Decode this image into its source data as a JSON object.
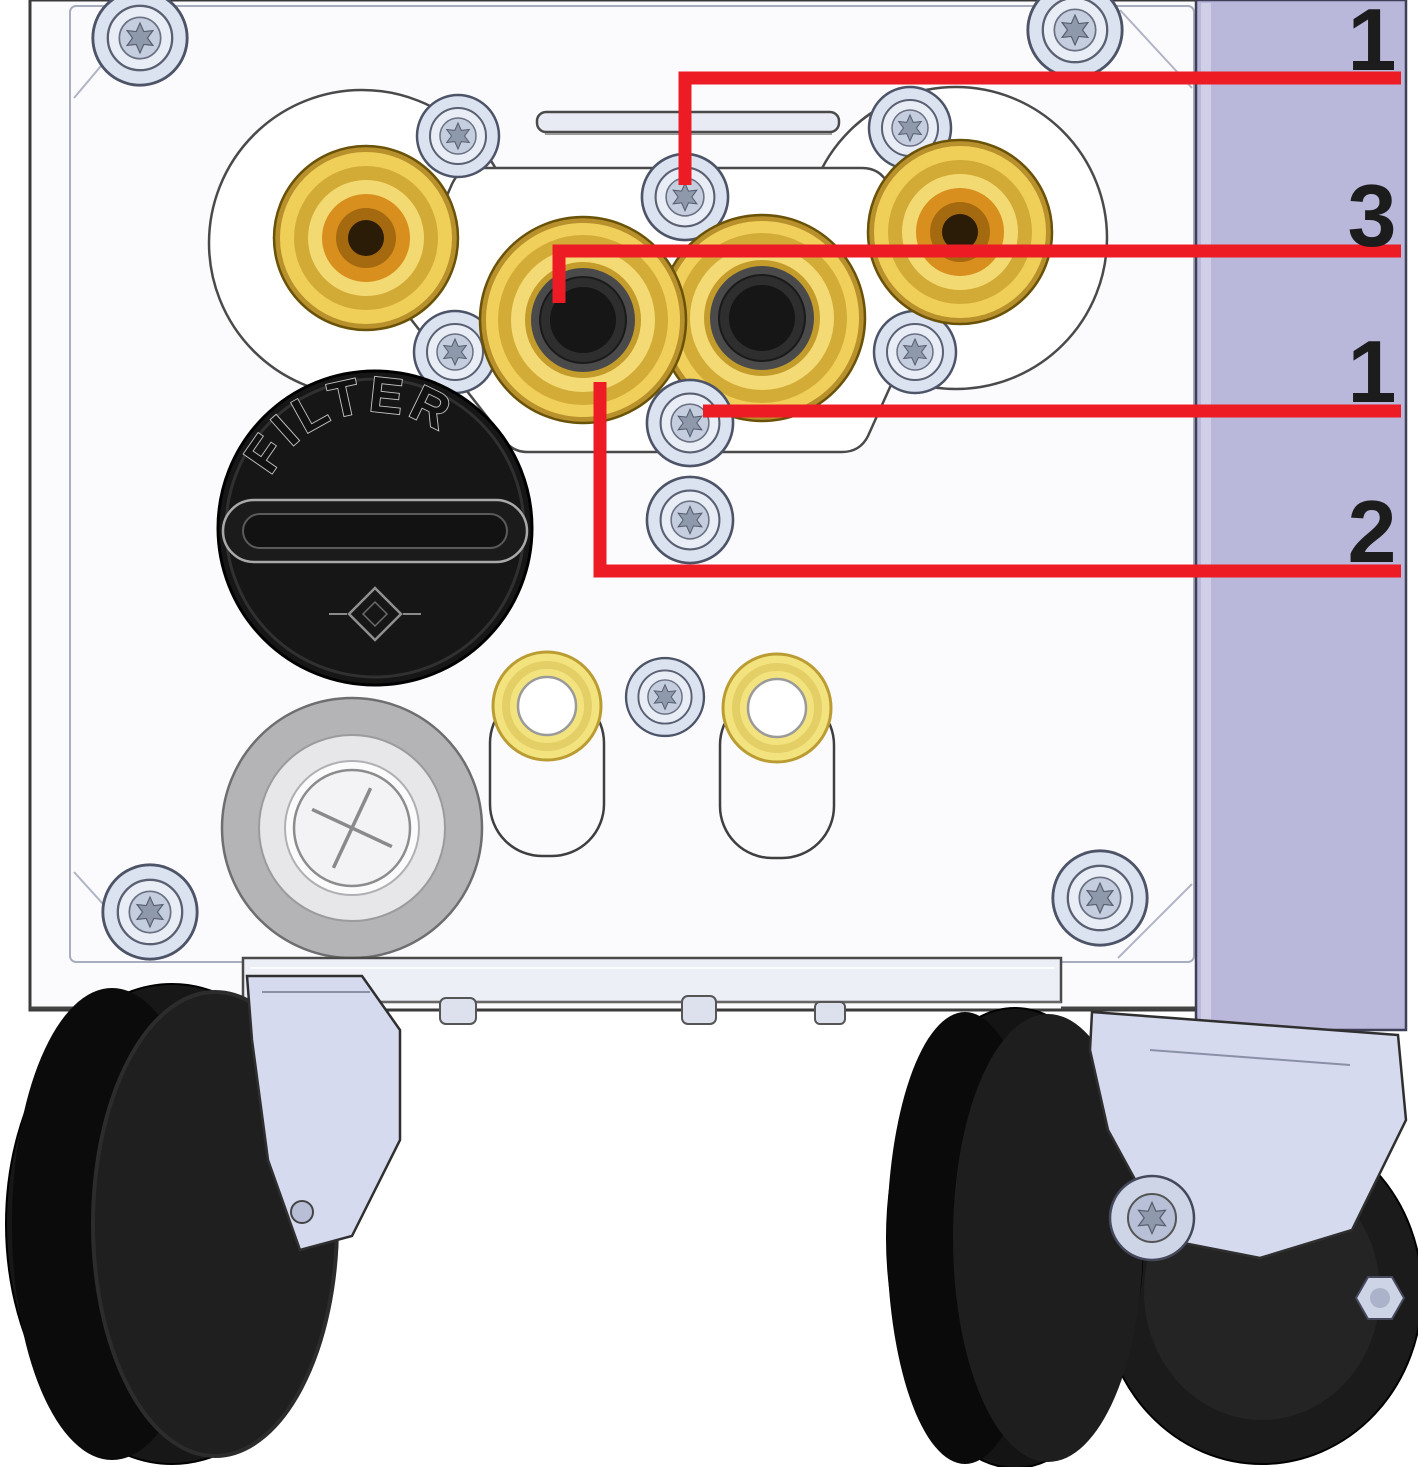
{
  "callouts": {
    "items": [
      {
        "label": "1"
      },
      {
        "label": "3"
      },
      {
        "label": "1"
      },
      {
        "label": "2"
      }
    ],
    "leader_color": "#ec1b24"
  },
  "labels": {
    "filter_cap": "FILTER"
  },
  "colors": {
    "panel_face": "#fbfbfe",
    "side_panel": "#b9b7da",
    "brass_light": "#f0d05a",
    "brass_dark": "#c49c2c",
    "screw_steel": "#dce3f0",
    "caster_black": "#171717",
    "bracket_lavender": "#d5daef",
    "leader_red": "#ec1b24"
  }
}
